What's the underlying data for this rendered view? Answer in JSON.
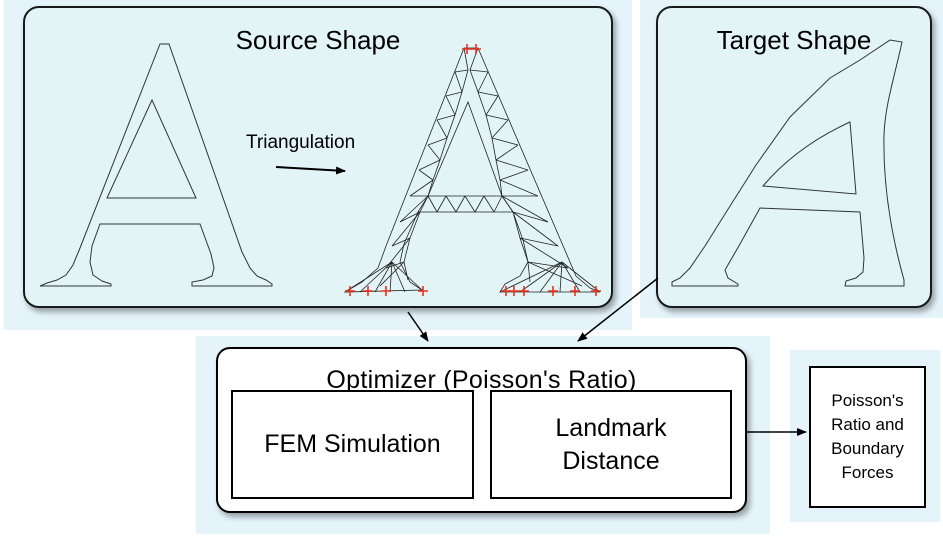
{
  "source_panel": {
    "title": "Source Shape",
    "triangulation_label": "Triangulation"
  },
  "target_panel": {
    "title": "Target Shape"
  },
  "optimizer": {
    "title": "Optimizer (Poisson's Ratio)",
    "fem_label": "FEM Simulation",
    "landmark_label_line1": "Landmark",
    "landmark_label_line2": "Distance"
  },
  "output": {
    "line1": "Poisson's",
    "line2": "Ratio and",
    "line3": "Boundary",
    "line4": "Forces"
  },
  "colors": {
    "panel_fill": "#e3f4f7",
    "glow": "#e4f4fa",
    "landmark_marker": "#e8321e",
    "stroke": "#000000"
  }
}
